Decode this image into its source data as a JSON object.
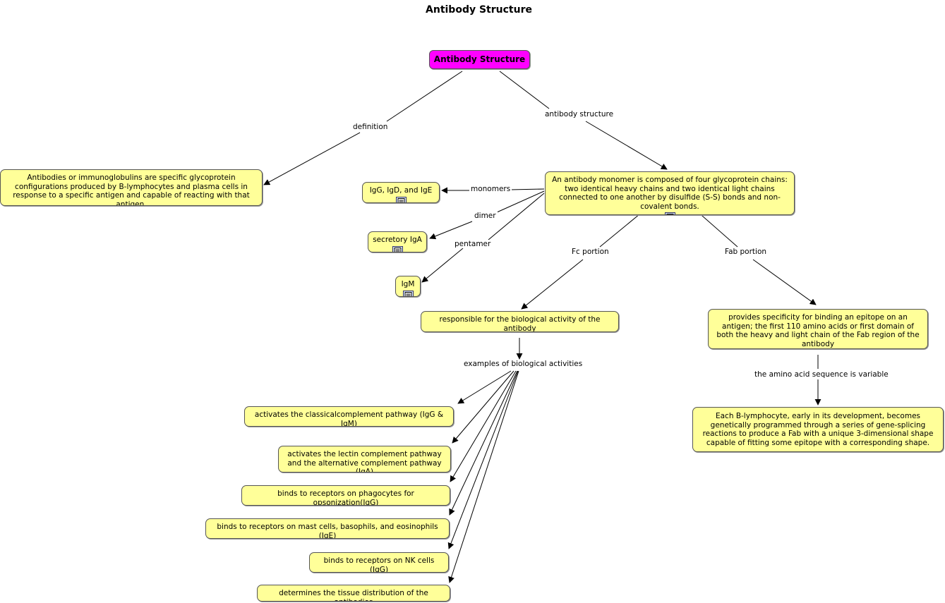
{
  "title": "Antibody Structure",
  "nodes": {
    "root": "Antibody Structure",
    "definition_text": "Antibodies or immunoglobulins are specific glycoprotein configurations produced by B-lymphocytes and plasma cells in response to a specific antigen and capable of reacting with that antigen.",
    "monomer": "An antibody monomer is composed of four glycoprotein chains: two identical heavy chains and two identical light chains connected to one another by disulfide (S-S) bonds and non-covalent bonds.",
    "monomers_types": "IgG, IgD, and IgE",
    "dimer_type": "secretory IgA",
    "pentamer_type": "IgM",
    "fc_activity": "responsible for the biological activity of the antibody",
    "fab_specificity": "provides specificity for binding an epitope on an antigen; the first 110 amino acids or first domain of both the heavy and light chain of the Fab region of the antibody",
    "fab_genetic": "Each B-lymphocyte, early in its development, becomes genetically programmed through a series of gene-splicing reactions to produce a Fab with a unique 3-dimensional shape capable of fitting some epitope with a corresponding shape.",
    "act_classical": "activates the classicalcomplement pathway (IgG & IgM)",
    "act_lectin": "activates the lectin complement pathway and the alternative complement pathway (IgA)",
    "bind_phagocytes": "binds to receptors on phagocytes for opsonization(IgG)",
    "bind_mast": "binds to receptors on mast cells, basophils, and eosinophils (IgE)",
    "bind_nk": "binds to receptors on NK cells (IgG)",
    "tissue_dist": "determines the tissue distribution of the antibodies"
  },
  "labels": {
    "definition": "definition",
    "antibody_structure": "antibody structure",
    "monomers": "monomers",
    "dimer": "dimer",
    "pentamer": "pentamer",
    "fc_portion": "Fc portion",
    "fab_portion": "Fab portion",
    "examples": "examples of biological activities",
    "aa_variable": "the amino acid sequence is variable"
  },
  "colors": {
    "root_fill": "#ff00ff",
    "node_fill": "#ffff99"
  }
}
